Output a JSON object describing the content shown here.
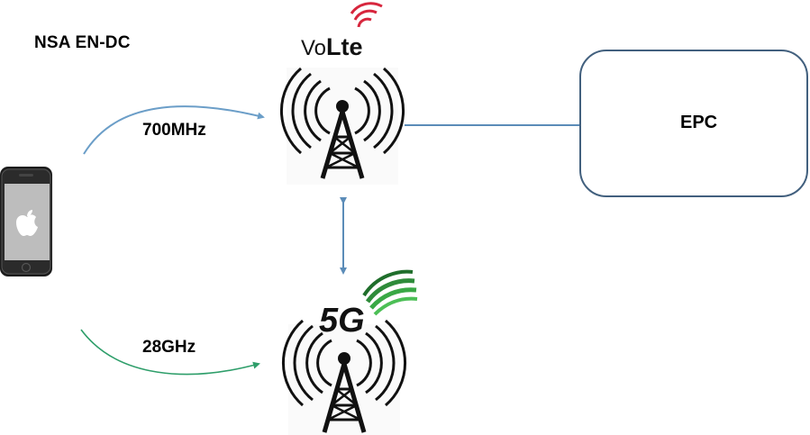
{
  "diagram": {
    "title": "NSA EN-DC",
    "uplink_lte_freq": "700MHz",
    "uplink_5g_freq": "28GHz",
    "core_label": "EPC",
    "lte_logo": {
      "text_vo": "Vo",
      "text_lte": "Lte"
    },
    "nr_logo": {
      "text": "5G"
    }
  },
  "colors": {
    "lte_arrow": "#6b9ec8",
    "nr_arrow": "#2e9e6a",
    "backhaul": "#5b8cb8",
    "box_border": "#42607e",
    "volte_red": "#d7263d",
    "nr_green": "#2e8b3a"
  },
  "icons": [
    "smartphone-icon",
    "apple-logo-icon",
    "lte-tower-icon",
    "nr-tower-icon",
    "volte-logo-icon",
    "5g-logo-icon"
  ]
}
